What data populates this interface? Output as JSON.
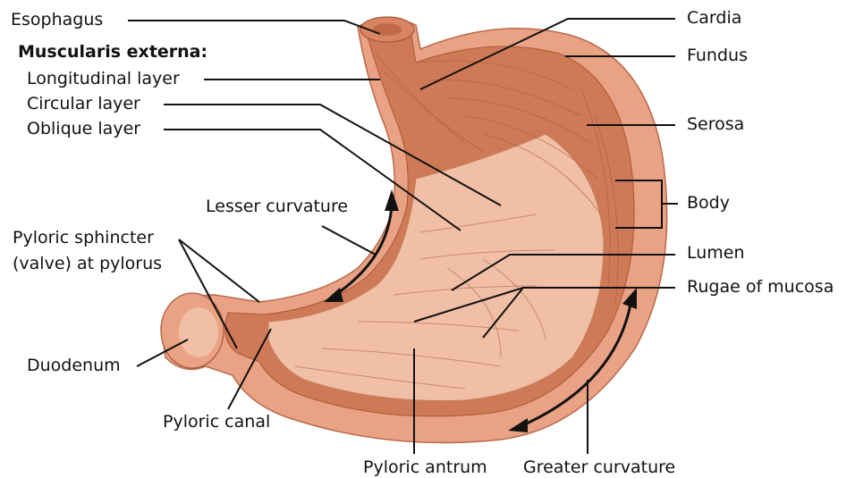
{
  "heading": "Muscularis externa:",
  "labels": {
    "esophagus": "Esophagus",
    "longitudinal": "Longitudinal layer",
    "circular": "Circular layer",
    "oblique": "Oblique layer",
    "lesser": "Lesser curvature",
    "pyloric_sphincter_1": "Pyloric sphincter",
    "pyloric_sphincter_2": "(valve) at pylorus",
    "duodenum": "Duodenum",
    "pyloric_canal": "Pyloric canal",
    "pyloric_antrum": "Pyloric antrum",
    "greater": "Greater curvature",
    "cardia": "Cardia",
    "fundus": "Fundus",
    "serosa": "Serosa",
    "body": "Body",
    "lumen": "Lumen",
    "rugae": "Rugae of mucosa"
  },
  "colors": {
    "serosa": "#e9a283",
    "muscle": "#cf7a57",
    "muscle_dark": "#b85e3c",
    "lumen": "#f0bfa5",
    "mucosa": "#e8a98a",
    "line": "#111111"
  }
}
